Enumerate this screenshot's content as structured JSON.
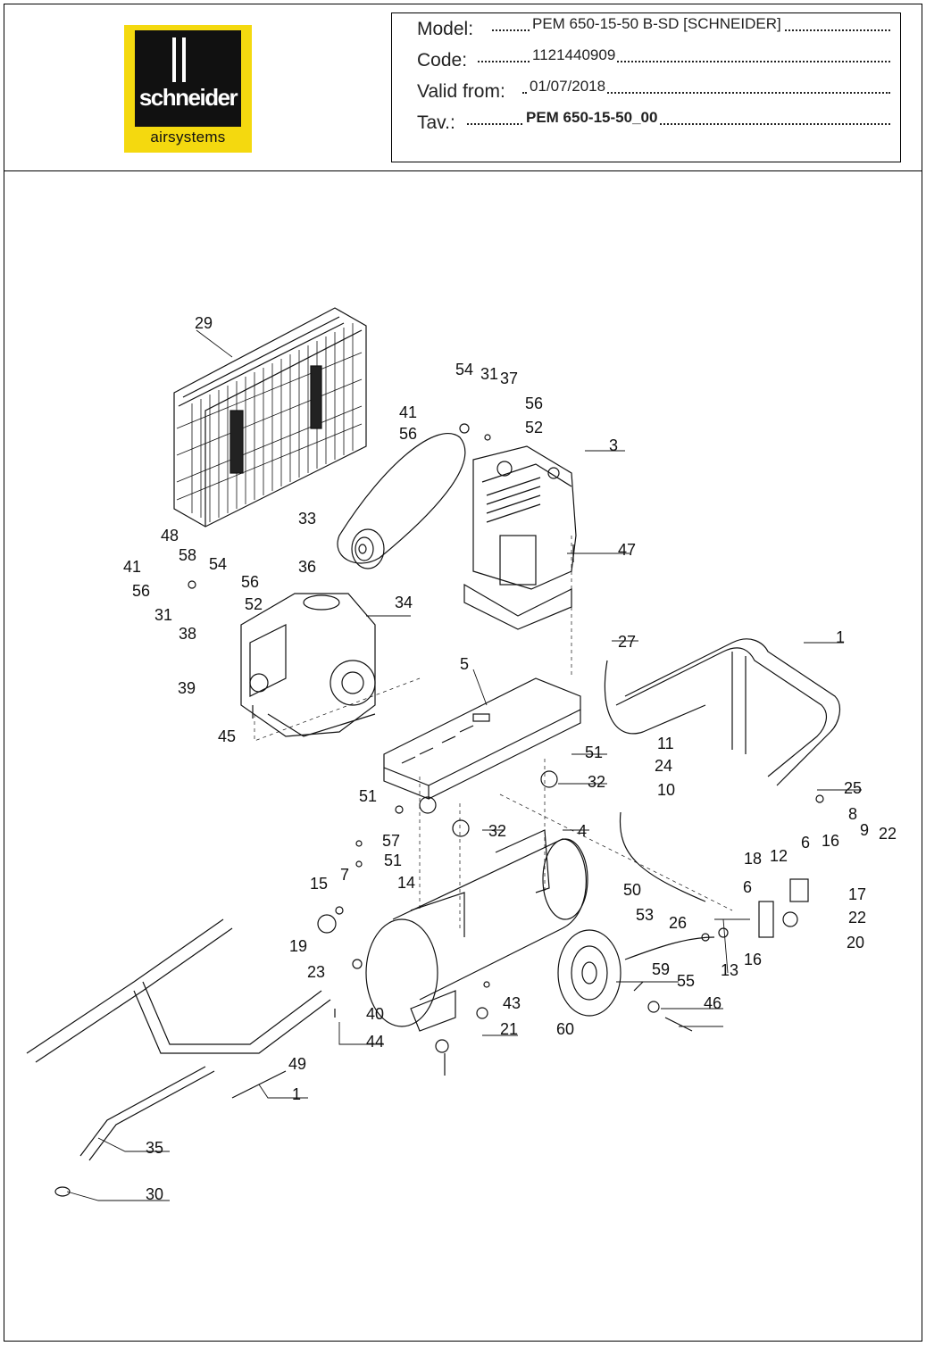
{
  "logo": {
    "brand": "schneider",
    "subtitle": "airsystems"
  },
  "info": {
    "model_label": "Model:",
    "model_value": "PEM 650-15-50 B-SD [SCHNEIDER]",
    "code_label": "Code:",
    "code_value": "1121440909",
    "valid_label": "Valid from:",
    "valid_value": "01/07/2018",
    "tav_label": "Tav.:",
    "tav_value": "PEM 650-15-50_00"
  },
  "part_labels": [
    "29",
    "54",
    "31",
    "37",
    "41",
    "56",
    "56",
    "52",
    "3",
    "33",
    "47",
    "48",
    "58",
    "41",
    "54",
    "56",
    "31",
    "56",
    "52",
    "38",
    "34",
    "36",
    "27",
    "1",
    "5",
    "39",
    "45",
    "11",
    "24",
    "51",
    "32",
    "10",
    "25",
    "51",
    "8",
    "32",
    "4",
    "57",
    "6",
    "16",
    "9",
    "22",
    "51",
    "18",
    "12",
    "7",
    "15",
    "14",
    "50",
    "17",
    "53",
    "22",
    "19",
    "26",
    "6",
    "20",
    "16",
    "13",
    "23",
    "59",
    "55",
    "43",
    "40",
    "46",
    "21",
    "60",
    "44",
    "49",
    "1",
    "35",
    "30"
  ],
  "colors": {
    "logo_yellow": "#f4d90f",
    "logo_black": "#111111",
    "line": "#111111"
  }
}
